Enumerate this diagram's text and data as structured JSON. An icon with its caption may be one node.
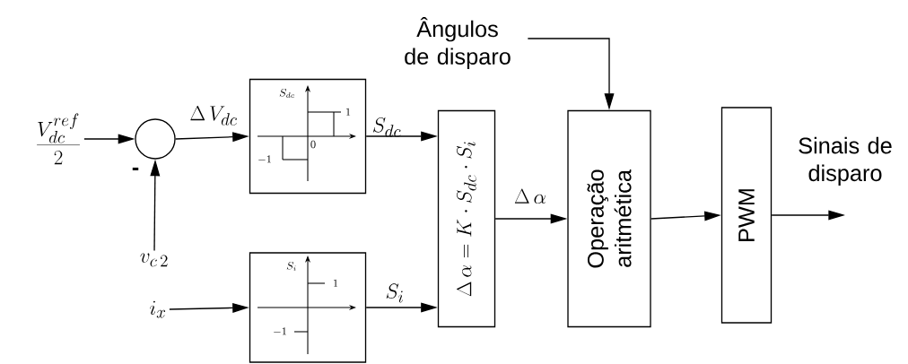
{
  "diagram": {
    "nodes": [
      {
        "text": [
          "\\frac{V_{dc}^{ref}}{2}"
        ]
      },
      {
        "text": [],
        "shape": "circle"
      },
      {
        "text": [
          "v_{c\\,2}"
        ]
      },
      {
        "text": [
          "S_{dc}",
          "1",
          "0",
          "-1"
        ]
      },
      {
        "text": [
          "i_x"
        ]
      },
      {
        "text": [
          "S_i",
          "1",
          "-1"
        ]
      },
      {
        "text": [
          "\\Delta\\,\\alpha = K\\cdot S_{dc}\\cdot S_i"
        ]
      },
      {
        "text": [
          "Operação aritmética"
        ]
      },
      {
        "text": [
          "Ângulos de disparo"
        ]
      },
      {
        "text": [
          "PWM"
        ]
      },
      {
        "text": [
          "Sinais de disparo"
        ]
      }
    ],
    "edges": [
      {
        "from": 0,
        "to": 1,
        "arrow": "to"
      },
      {
        "from": 2,
        "to": 1,
        "arrow": "to",
        "label": "-"
      },
      {
        "from": 1,
        "to": 3,
        "arrow": "to",
        "label": "\\Delta\\, V_{dc}"
      },
      {
        "from": 4,
        "to": 5,
        "arrow": "to"
      },
      {
        "from": 3,
        "to": 6,
        "arrow": "to",
        "label": "S_{dc}"
      },
      {
        "from": 5,
        "to": 6,
        "arrow": "to",
        "label": "S_i"
      },
      {
        "from": 6,
        "to": 7,
        "arrow": "to",
        "label": "\\Delta\\,\\alpha"
      },
      {
        "from": 8,
        "to": 7,
        "arrow": "to"
      },
      {
        "from": 7,
        "to": 9,
        "arrow": "to"
      },
      {
        "from": 9,
        "to": 10,
        "arrow": "to"
      }
    ]
  }
}
